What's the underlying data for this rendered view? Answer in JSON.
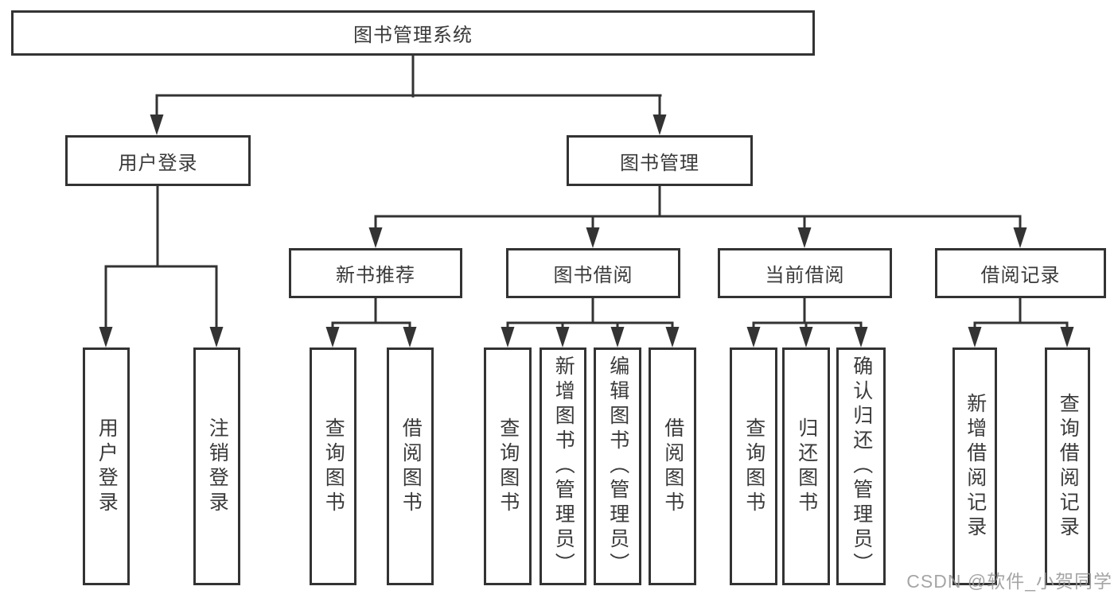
{
  "diagram_type": "hierarchy-tree",
  "colors": {
    "line": "#333333",
    "border": "#333333",
    "text": "#3a3a3a",
    "background": "#ffffff",
    "watermark": "#969696"
  },
  "tree": {
    "root": {
      "label": "图书管理系统",
      "children": [
        {
          "label": "用户登录",
          "children": [
            {
              "label": "用户登录"
            },
            {
              "label": "注销登录"
            }
          ]
        },
        {
          "label": "图书管理",
          "children": [
            {
              "label": "新书推荐",
              "children": [
                {
                  "label": "查询图书"
                },
                {
                  "label": "借阅图书"
                }
              ]
            },
            {
              "label": "图书借阅",
              "children": [
                {
                  "label": "查询图书"
                },
                {
                  "label": "新增图书（管理员）"
                },
                {
                  "label": "编辑图书（管理员）"
                },
                {
                  "label": "借阅图书"
                }
              ]
            },
            {
              "label": "当前借阅",
              "children": [
                {
                  "label": "查询图书"
                },
                {
                  "label": "归还图书"
                },
                {
                  "label": "确认归还（管理员）"
                }
              ]
            },
            {
              "label": "借阅记录",
              "children": [
                {
                  "label": "新增借阅记录"
                },
                {
                  "label": "查询借阅记录"
                }
              ]
            }
          ]
        }
      ]
    }
  },
  "watermark": {
    "text": "CSDN @软件_小贺同学"
  }
}
